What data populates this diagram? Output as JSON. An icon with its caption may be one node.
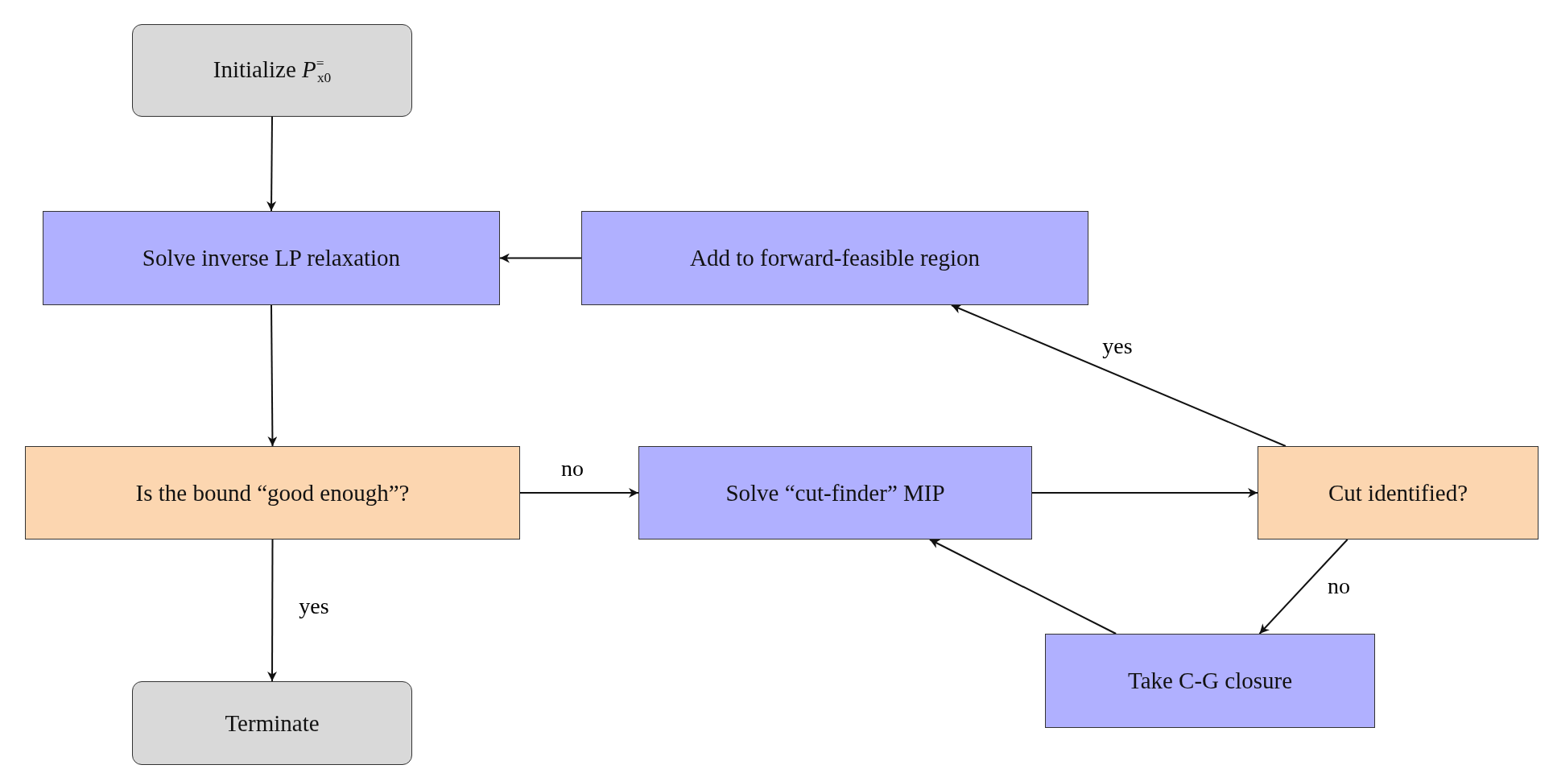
{
  "diagram": {
    "nodes": [
      {
        "text": [
          "Initialize *P*$^{=}$$_{x0}$"
        ]
      },
      {
        "text": [
          "Solve inverse LP relaxation"
        ]
      },
      {
        "text": [
          "Add to forward-feasible region"
        ]
      },
      {
        "text": [
          "Is the bound “good enough”?"
        ]
      },
      {
        "text": [
          "Solve “cut-finder” MIP"
        ]
      },
      {
        "text": [
          "Cut identified?"
        ]
      },
      {
        "text": [
          "Take C-G closure"
        ]
      },
      {
        "text": [
          "Terminate"
        ]
      }
    ],
    "edges": [
      {
        "from": 0,
        "to": 1,
        "arrow": "to"
      },
      {
        "from": 2,
        "to": 1,
        "arrow": "to"
      },
      {
        "from": 1,
        "to": 3,
        "arrow": "to"
      },
      {
        "from": 3,
        "to": 4,
        "arrow": "to",
        "label": "no"
      },
      {
        "from": 4,
        "to": 5,
        "arrow": "to"
      },
      {
        "from": 5,
        "to": 2,
        "arrow": "to",
        "label": "yes"
      },
      {
        "from": 5,
        "to": 6,
        "arrow": "to",
        "label": "no"
      },
      {
        "from": 6,
        "to": 4,
        "arrow": "to"
      },
      {
        "from": 3,
        "to": 7,
        "arrow": "to",
        "label": "yes"
      }
    ]
  }
}
